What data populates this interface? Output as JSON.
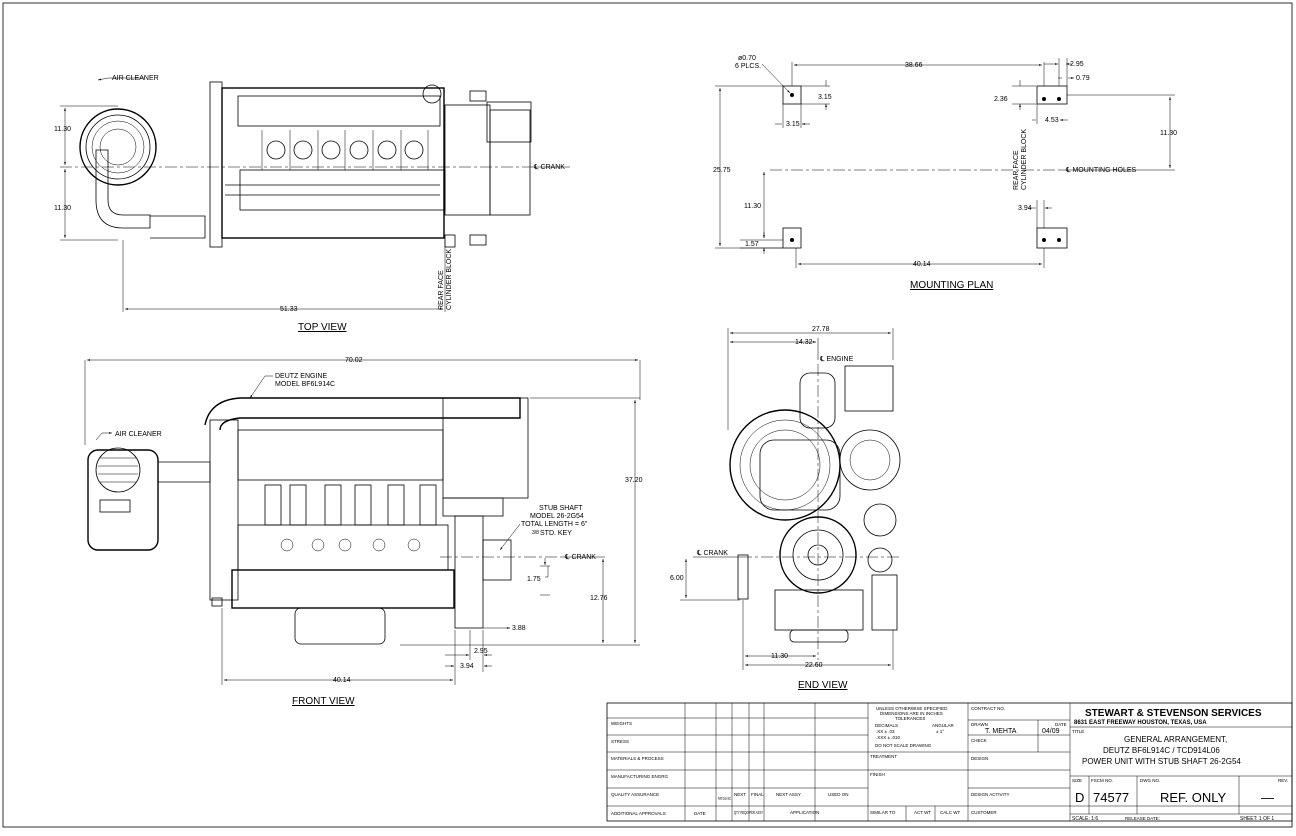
{
  "top_view": {
    "title": "TOP VIEW",
    "air_cleaner": "AIR CLEANER",
    "dim_upper": "11.30",
    "dim_lower": "11.30",
    "dim_length": "51.33",
    "crank_label": "℄ CRANK",
    "rear_face_1": "REAR FACE",
    "rear_face_2": "CYLINDER BLOCK"
  },
  "mounting_plan": {
    "title": "MOUNTING PLAN",
    "hole_1": "ø0.70",
    "hole_2": "6 PLCS.",
    "dim_38_66": "38.66",
    "dim_2_95": "2.95",
    "dim_0_79": "0.79",
    "dim_3_15_v": "3.15",
    "dim_3_15_h": "3.15",
    "dim_2_36": "2.36",
    "dim_4_53": "4.53",
    "dim_11_30_r": "11.30",
    "dim_25_75": "25.75",
    "dim_11_30_l": "11.30",
    "dim_1_57": "1.57",
    "dim_3_94": "3.94",
    "dim_40_14": "40.14",
    "mounting_holes": "℄ MOUNTING HOLES",
    "rear_face_1": "REAR FACE",
    "rear_face_2": "CYLINDER BLOCK"
  },
  "front_view": {
    "title": "FRONT VIEW",
    "dim_70_02": "70.02",
    "engine_1": "DEUTZ ENGINE",
    "engine_2": "MODEL BF6L914C",
    "air_cleaner": "AIR CLEANER",
    "dim_37_20": "37.20",
    "stub_1": "STUB SHAFT",
    "stub_2": "MODEL 26-2G54",
    "stub_3": "TOTAL LENGTH = 6\"",
    "stub_4": "STD. KEY",
    "stub_frac": "3/8",
    "crank": "℄ CRANK",
    "dim_1_75": "1.75",
    "dim_12_76": "12.76",
    "dim_3_88": "3.88",
    "dim_2_95": "2.95",
    "dim_3_94": "3.94",
    "dim_40_14": "40.14"
  },
  "end_view": {
    "title": "END VIEW",
    "dim_27_78": "27.78",
    "dim_14_32": "14.32",
    "engine": "℄ ENGINE",
    "crank": "℄ CRANK",
    "dim_6_00": "6.00",
    "dim_11_30": "11.30",
    "dim_22_60": "22.60"
  },
  "title_block": {
    "left_rows": [
      "WEIGHTS",
      "STRESS",
      "MATERIALS & PROCESS",
      "MANUFACTURING ENGRG",
      "QUALITY ASSURANCE",
      "ADDITIONAL APPROVALS"
    ],
    "date_label": "DATE",
    "part_dash_no": "PART DASH NO.",
    "next": "NEXT",
    "final": "FINAL",
    "next_assy": "NEXT ASSY",
    "used_on": "USED ON",
    "qty_reqd": "QTY REQD PER ASSY",
    "application": "APPLICATION",
    "tol_1": "UNLESS OTHERWISE SPECIFIED",
    "tol_2": "DIMENSIONS ARE IN INCHES",
    "tol_3": "TOLERANCES",
    "decimals": "DECIMALS",
    "angular": "ANGULAR",
    "dec_xx": ".XX  ± .03",
    "dec_xxx": ".XXX  ± .010",
    "ang_val": "± 1°",
    "no_scale": "DO NOT SCALE DRAWING",
    "treatment": "TREATMENT",
    "finish": "FINISH",
    "similar_to": "SIMILAR TO",
    "act_wt": "ACT WT",
    "calc_wt": "CALC WT",
    "contract_no": "CONTRACT NO.",
    "drawn": "DRAWN",
    "date_col": "DATE",
    "drawn_name": "T. MEHTA",
    "drawn_date": "04/09",
    "check": "CHECK",
    "design": "DESIGN",
    "design_activity": "DESIGN ACTIVITY",
    "customer": "CUSTOMER",
    "company": "STEWART & STEVENSON SERVICES",
    "address": "8631 EAST FREEWAY     HOUSTON, TEXAS, USA",
    "title_label": "TITLE",
    "title_1": "GENERAL ARRANGEMENT,",
    "title_2": "DEUTZ BF6L914C / TCD914L06",
    "title_3": "POWER UNIT WITH STUB SHAFT 26-2G54",
    "size_label": "SIZE",
    "fscm_label": "FSCM NO.",
    "dwg_label": "DWG NO.",
    "rev_label": "REV.",
    "size": "D",
    "fscm": "74577",
    "dwg": "REF. ONLY",
    "rev": "—",
    "scale": "SCALE: 1:6",
    "release_date": "RELEASE DATE:",
    "sheet": "SHEET:  1 OF 1"
  }
}
